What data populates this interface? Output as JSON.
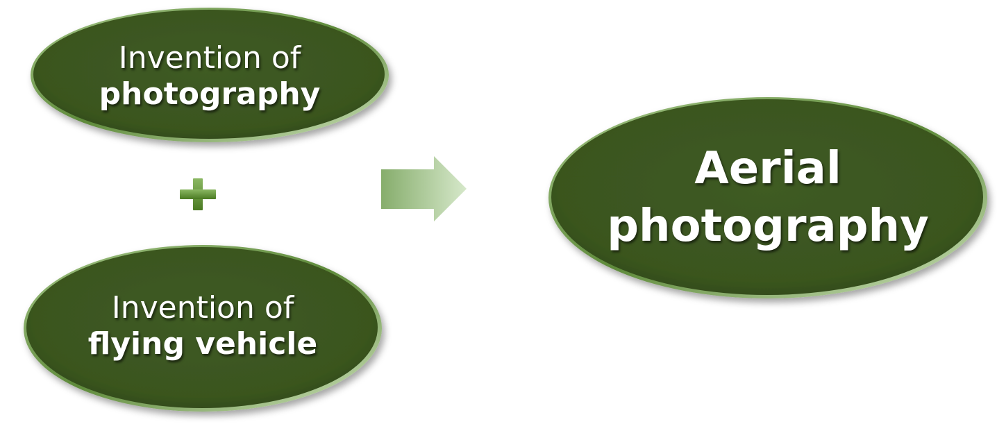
{
  "inputs": [
    {
      "line1": "Invention of",
      "line2": "photography"
    },
    {
      "line1": "Invention of",
      "line2": "flying vehicle"
    }
  ],
  "operator_symbol": "plus-icon",
  "connector_symbol": "right-arrow-icon",
  "result": {
    "line1": "Aerial",
    "line2": "photography"
  },
  "colors": {
    "ellipse_fill": "#3e5a22",
    "ellipse_fill_light": "#5d8236",
    "text": "#ffffff",
    "plus": "#5a8b2c",
    "arrow_light": "#c9dfb8",
    "arrow_dark": "#7ea866"
  }
}
